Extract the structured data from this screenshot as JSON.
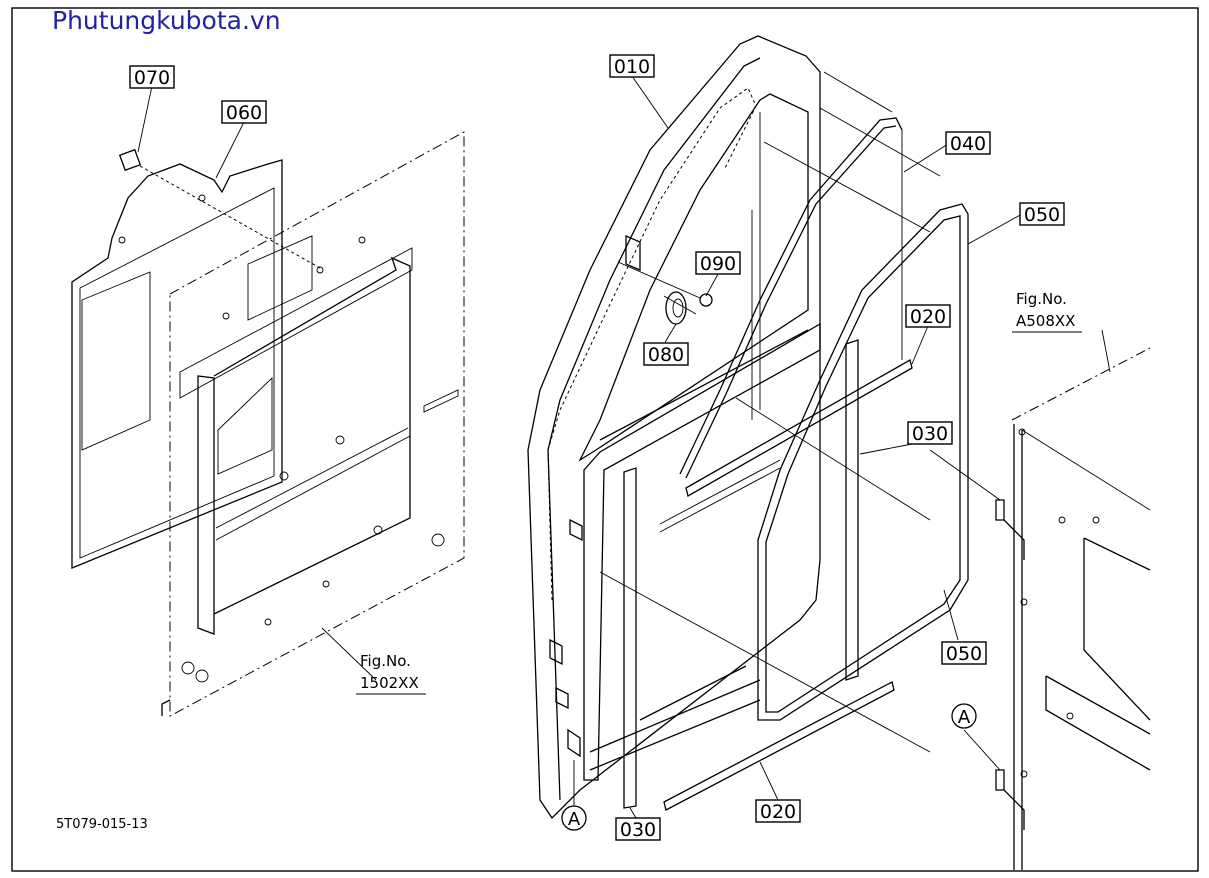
{
  "watermark": "Phutungkubota.vn",
  "drawing_code": "5T079-015-13",
  "parts": [
    {
      "id": "p070",
      "label": "070"
    },
    {
      "id": "p060",
      "label": "060"
    },
    {
      "id": "p010",
      "label": "010"
    },
    {
      "id": "p040",
      "label": "040"
    },
    {
      "id": "p050a",
      "label": "050"
    },
    {
      "id": "p090",
      "label": "090"
    },
    {
      "id": "p020a",
      "label": "020"
    },
    {
      "id": "p080",
      "label": "080"
    },
    {
      "id": "p030a",
      "label": "030"
    },
    {
      "id": "p050b",
      "label": "050"
    },
    {
      "id": "p020b",
      "label": "020"
    },
    {
      "id": "p030b",
      "label": "030"
    }
  ],
  "figure_refs": [
    {
      "line1": "Fig.No.",
      "line2": "1502XX"
    },
    {
      "line1": "Fig.No.",
      "line2": "A508XX"
    }
  ],
  "markers": [
    {
      "id": "mA1",
      "label": "A"
    },
    {
      "id": "mA2",
      "label": "A"
    }
  ]
}
